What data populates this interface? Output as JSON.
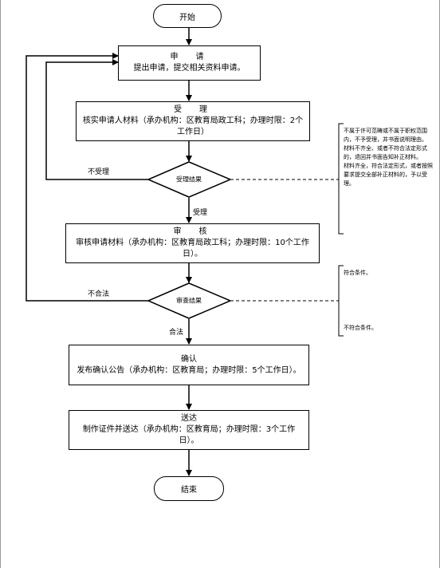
{
  "start": "开始",
  "end": "结束",
  "apply": {
    "title": "申　请",
    "desc": "提出申请，提交相关资料申请。"
  },
  "accept": {
    "title": "受　理",
    "desc": "核实申请人材料（承办机构：区教育局政工科；办理时限：2个工作日）"
  },
  "decision1": {
    "label": "受理结果",
    "no": "不受理",
    "yes": "受理"
  },
  "notes1": [
    "不属于许可范畴或不属于职权范围内，不予受理，并书面说明理由。",
    "材料不齐全、或者不符合法定形式的，退回并书面告知补正材料。",
    "材料齐全，符合法定形式，或者按照要求提交全部补正材料的，予以受理。"
  ],
  "review": {
    "title": "审　核",
    "desc": "审核申请材料（承办机构：区教育局政工科；办理时限：10个工作日）。"
  },
  "decision2": {
    "label": "审查结果",
    "no": "不合法",
    "yes": "合法"
  },
  "notes2": {
    "pass": "符合条件。",
    "fail": "不符合条件。"
  },
  "confirm": {
    "title": "确认",
    "desc": "发布确认公告（承办机构：区教育局；办理时限：5个工作日）。"
  },
  "deliver": {
    "title": "送达",
    "desc": "制作证件并送达（承办机构：区教育局；办理时限：3个工作日）。"
  }
}
